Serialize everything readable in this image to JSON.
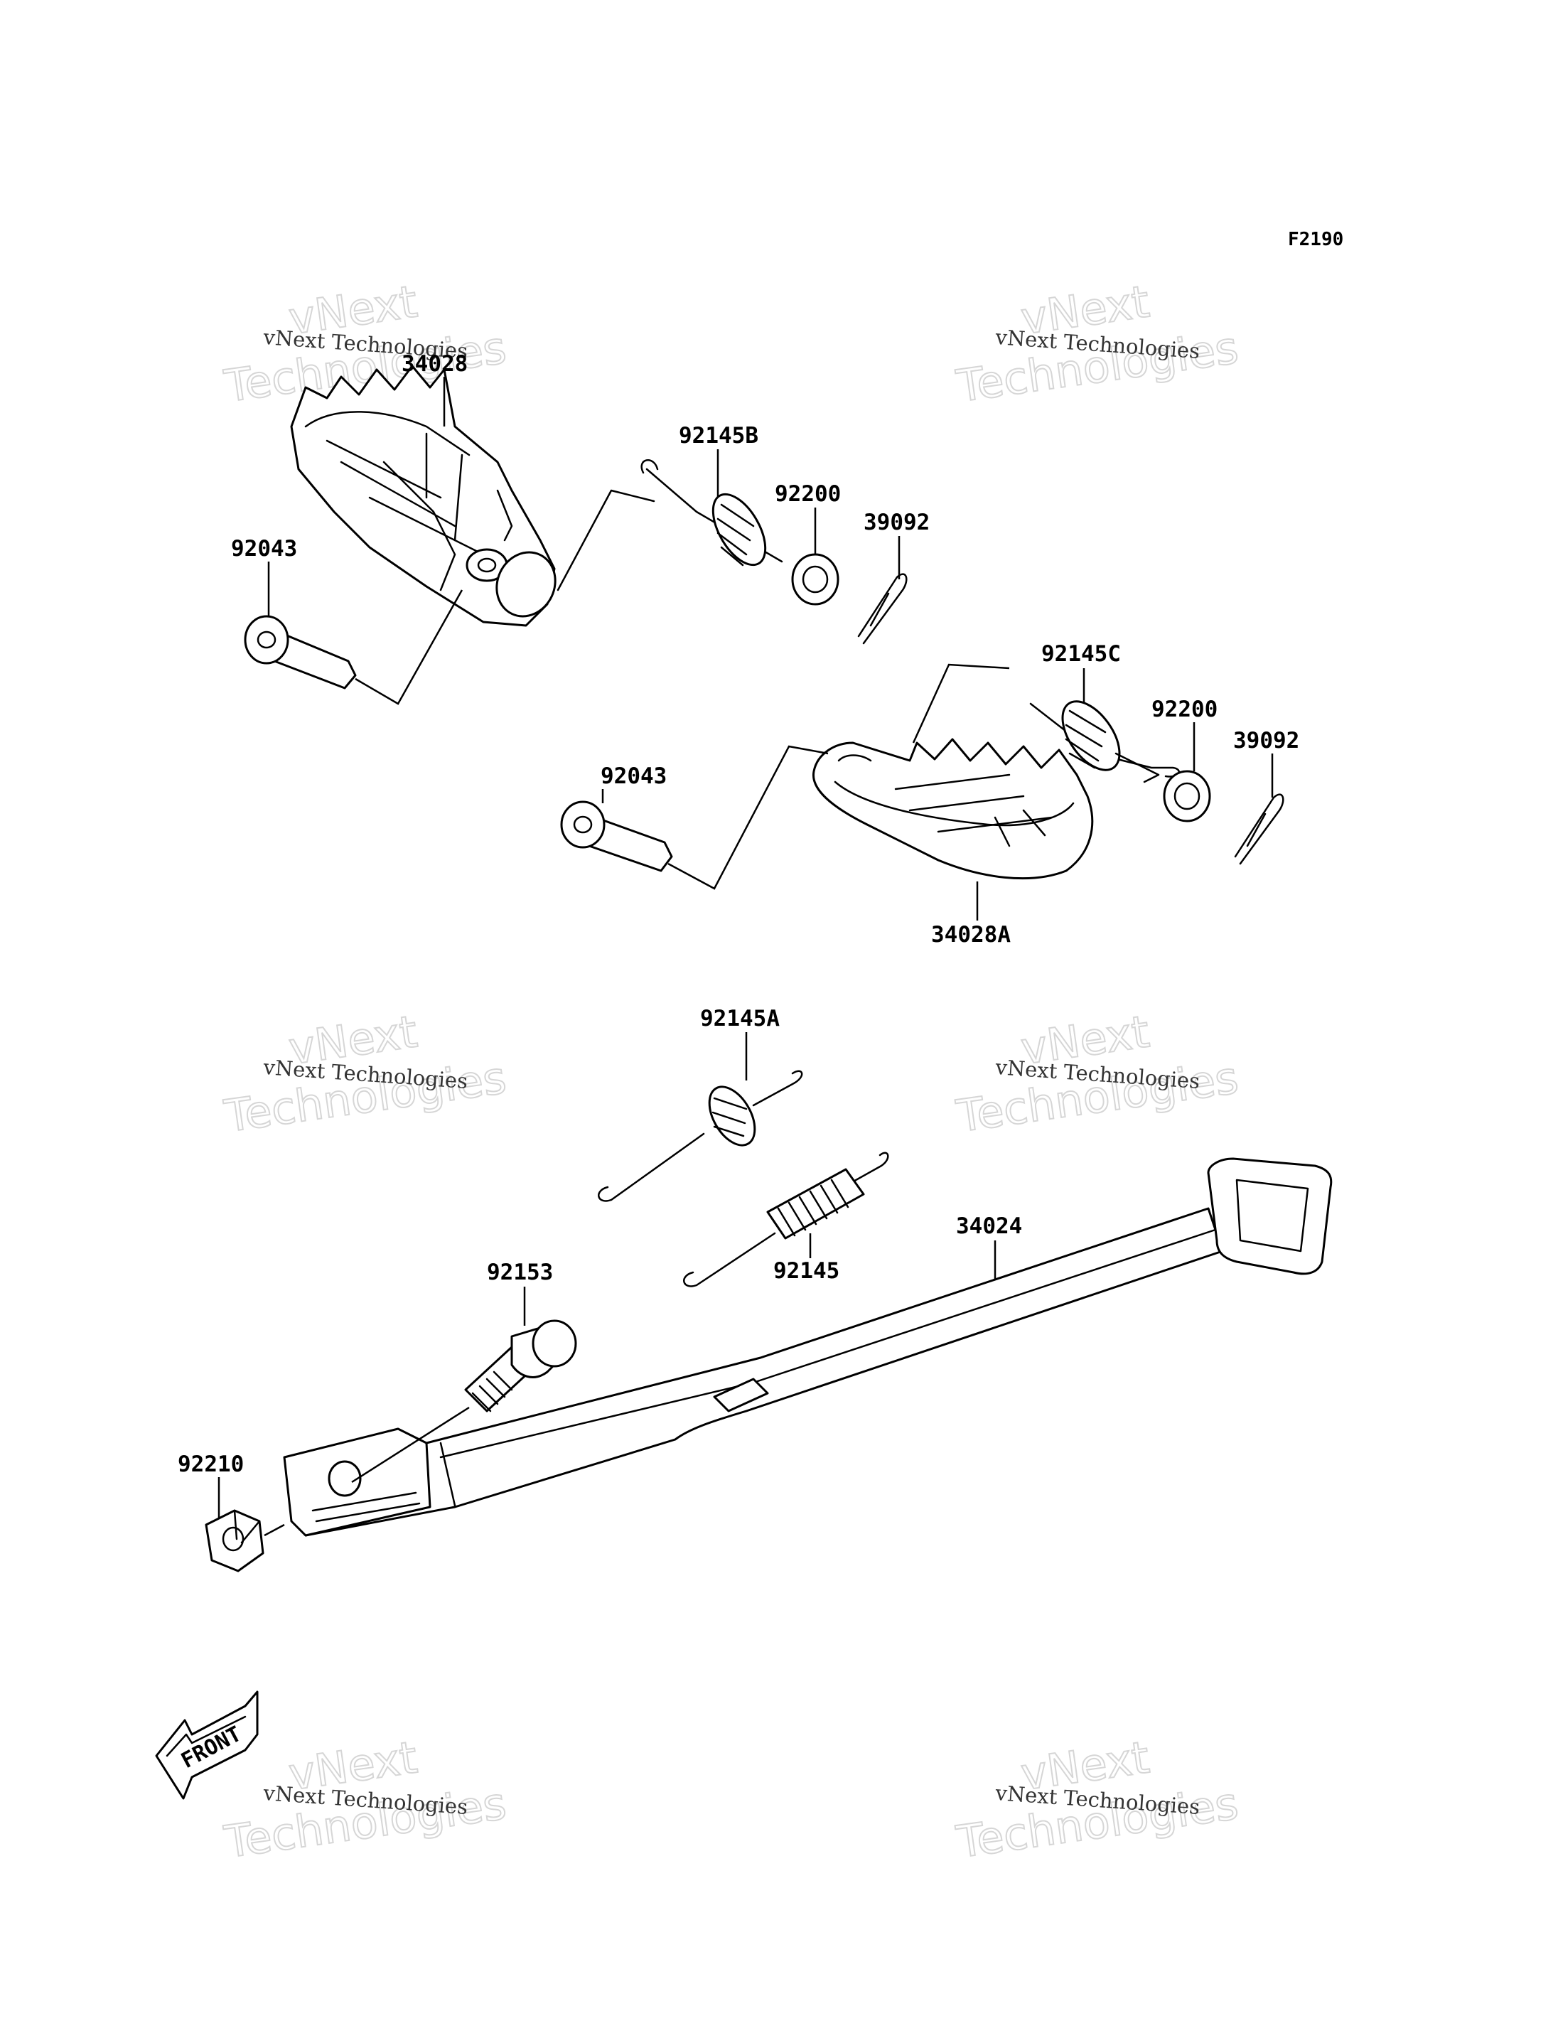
{
  "figure_code": "F2190",
  "front_label": "FRONT",
  "watermarks": [
    {
      "small": "vNext Technologies",
      "big_top": "vNext",
      "big_bottom": "Technologies"
    },
    {
      "small": "vNext Technologies",
      "big_top": "vNext",
      "big_bottom": "Technologies"
    },
    {
      "small": "vNext Technologies",
      "big_top": "vNext",
      "big_bottom": "Technologies"
    },
    {
      "small": "vNext Technologies",
      "big_top": "vNext",
      "big_bottom": "Technologies"
    },
    {
      "small": "vNext Technologies",
      "big_top": "vNext",
      "big_bottom": "Technologies"
    },
    {
      "small": "vNext Technologies",
      "big_top": "vNext",
      "big_bottom": "Technologies"
    }
  ],
  "parts": [
    {
      "id": "footpeg-right",
      "label": "34028"
    },
    {
      "id": "spring-92145b",
      "label": "92145B"
    },
    {
      "id": "washer-92200-a",
      "label": "92200"
    },
    {
      "id": "cotter-pin-39092-a",
      "label": "39092"
    },
    {
      "id": "pin-92043-a",
      "label": "92043"
    },
    {
      "id": "spring-92145c",
      "label": "92145C"
    },
    {
      "id": "washer-92200-b",
      "label": "92200"
    },
    {
      "id": "cotter-pin-39092-b",
      "label": "39092"
    },
    {
      "id": "pin-92043-b",
      "label": "92043"
    },
    {
      "id": "footpeg-left",
      "label": "34028A"
    },
    {
      "id": "spring-92145a",
      "label": "92145A"
    },
    {
      "id": "spring-92145",
      "label": "92145"
    },
    {
      "id": "side-stand",
      "label": "34024"
    },
    {
      "id": "bolt-92153",
      "label": "92153"
    },
    {
      "id": "nut-92210",
      "label": "92210"
    }
  ]
}
